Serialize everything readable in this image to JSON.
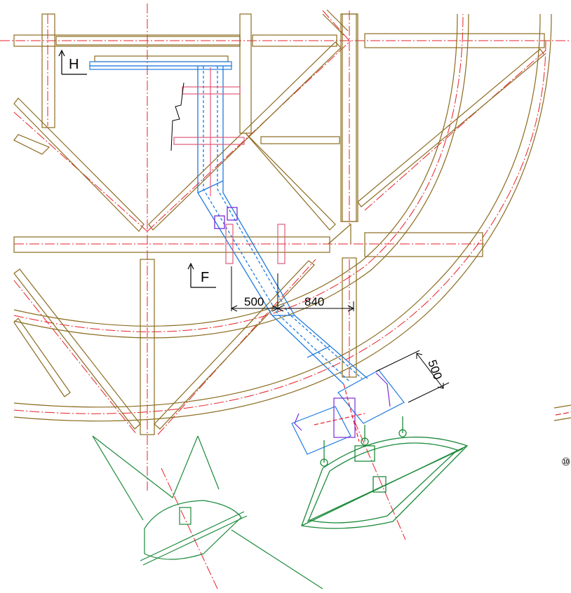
{
  "colors": {
    "structure": "#8B6B1F",
    "centerline": "#E8202A",
    "duct": "#1E7BE0",
    "flange": "#E05A7A",
    "equipment": "#1B8A3A",
    "bracket": "#7A2BD8",
    "dimension": "#000000"
  },
  "section_marks": {
    "h": "H",
    "f": "F"
  },
  "dimensions": {
    "left_offset": "500",
    "right_offset": "840",
    "diag_offset": "500"
  },
  "edge_label": "⑩"
}
